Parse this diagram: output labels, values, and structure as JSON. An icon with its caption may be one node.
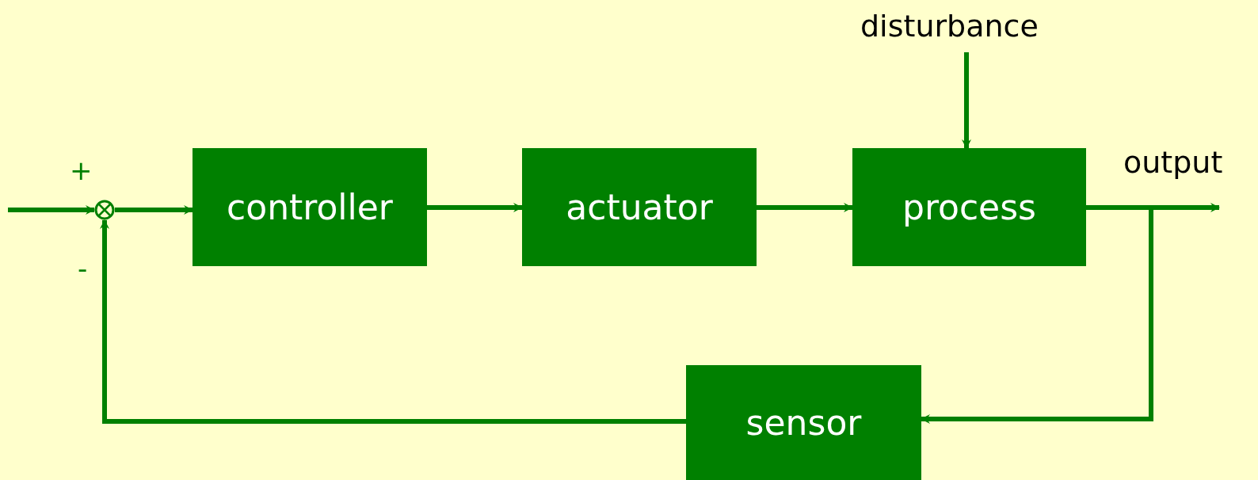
{
  "diagram": {
    "nodes": [
      {
        "text": [],
        "shape": "circle"
      },
      {
        "text": [
          "controller"
        ]
      },
      {
        "text": [
          "actuator"
        ]
      },
      {
        "text": [
          "process"
        ]
      },
      {
        "text": [
          "sensor"
        ]
      },
      {
        "text": [
          "disturbance"
        ]
      }
    ],
    "edges": [
      {
        "from": null,
        "to": 0,
        "arrow": "to"
      },
      {
        "from": 0,
        "to": 1,
        "arrow": "to"
      },
      {
        "from": 1,
        "to": 2,
        "arrow": "to"
      },
      {
        "from": 2,
        "to": 3,
        "arrow": "to"
      },
      {
        "from": 5,
        "to": 3,
        "arrow": "to"
      },
      {
        "from": 3,
        "to": null,
        "arrow": "to"
      },
      {
        "from": 3,
        "to": 4,
        "arrow": "to"
      },
      {
        "from": 4,
        "to": 0,
        "arrow": "to"
      }
    ],
    "labels": [
      "output",
      "+",
      "-"
    ]
  }
}
